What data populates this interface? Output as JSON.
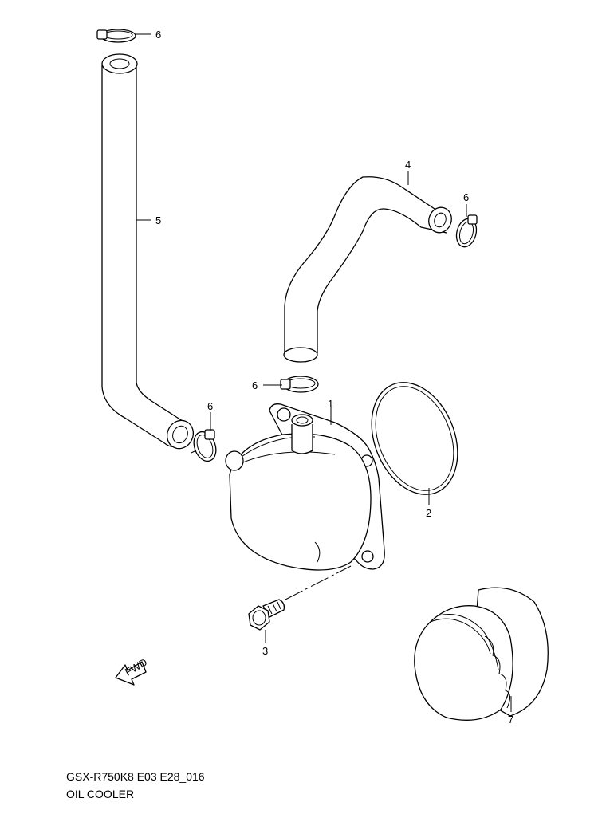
{
  "diagram": {
    "code": "GSX-R750K8 E03 E28_016",
    "title": "OIL COOLER",
    "fwd_label": "FWD",
    "callouts": {
      "c1": "1",
      "c2": "2",
      "c3": "3",
      "c4": "4",
      "c5": "5",
      "c6a": "6",
      "c6b": "6",
      "c6c": "6",
      "c6d": "6",
      "c7": "7"
    }
  }
}
